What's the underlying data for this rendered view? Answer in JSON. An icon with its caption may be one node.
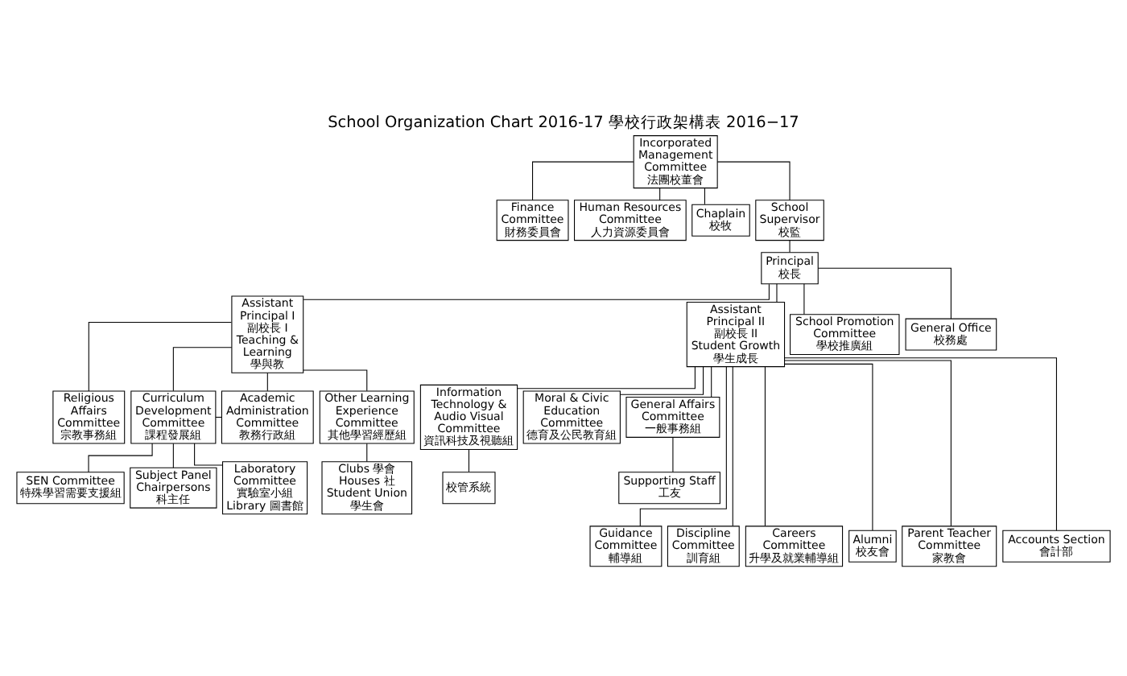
{
  "diagram": {
    "title": "School Organization Chart 2016-17 學校行政架構表 2016−17",
    "nodes": [
      {
        "text": [
          "Incorporated Management Committee",
          "法團校董會"
        ]
      },
      {
        "text": [
          "Finance Committee",
          "財務委員會"
        ]
      },
      {
        "text": [
          "Human Resources Committee",
          "人力資源委員會"
        ]
      },
      {
        "text": [
          "Chaplain",
          "校牧"
        ]
      },
      {
        "text": [
          "School Supervisor",
          "校監"
        ]
      },
      {
        "text": [
          "Principal",
          "校長"
        ]
      },
      {
        "text": [
          "Assistant Principal I",
          "副校長 I",
          "Teaching & Learning",
          "學與教"
        ]
      },
      {
        "text": [
          "Assistant Principal II",
          "副校長 II",
          "Student Growth",
          "學生成長"
        ]
      },
      {
        "text": [
          "Religious Affairs Committee",
          "宗教事務組"
        ]
      },
      {
        "text": [
          "Curriculum Development Committee",
          "課程發展組"
        ]
      },
      {
        "text": [
          "Academic Administration Committee",
          "教務行政組"
        ]
      },
      {
        "text": [
          "Other Learning Experience Committee",
          "其他學習經歷組"
        ]
      },
      {
        "text": [
          "School Promotion Committee",
          "學校推廣組"
        ]
      },
      {
        "text": [
          "General Office",
          "校務處"
        ]
      },
      {
        "text": [
          "Information Technology & Audio Visual Committee",
          "資訊科技及視聽組"
        ]
      },
      {
        "text": [
          "Moral & Civic Education Committee",
          "德育及公民教育組"
        ]
      },
      {
        "text": [
          "General Affairs Committee",
          "一般事務組"
        ]
      },
      {
        "text": [
          "Guidance Committee",
          "輔導組"
        ]
      },
      {
        "text": [
          "Discipline Committee",
          "訓育組"
        ]
      },
      {
        "text": [
          "Careers Committee",
          "升學及就業輔導組"
        ]
      },
      {
        "text": [
          "Alumni",
          "校友會"
        ]
      },
      {
        "text": [
          "Parent Teacher Committee",
          "家教會"
        ]
      },
      {
        "text": [
          "Accounts Section",
          "會計部"
        ]
      },
      {
        "text": [
          "SEN Committee",
          "特殊學習需要支援組"
        ]
      },
      {
        "text": [
          "Subject Panel Chairpersons",
          "科主任"
        ]
      },
      {
        "text": [
          "Laboratory Committee",
          "實驗室小組",
          "Library 圖書館"
        ]
      },
      {
        "text": [
          "Clubs 學會",
          "Houses 社",
          "Student Union 學生會"
        ]
      },
      {
        "text": [
          "校管系統"
        ]
      },
      {
        "text": [
          "Supporting Staff",
          "工友"
        ]
      }
    ],
    "edges": [
      {
        "from": 0,
        "to": 1,
        "arrow": "none"
      },
      {
        "from": 0,
        "to": 2,
        "arrow": "none"
      },
      {
        "from": 0,
        "to": 3,
        "arrow": "none"
      },
      {
        "from": 0,
        "to": 4,
        "arrow": "none"
      },
      {
        "from": 4,
        "to": 5,
        "arrow": "none"
      },
      {
        "from": 5,
        "to": 6,
        "arrow": "none"
      },
      {
        "from": 5,
        "to": 7,
        "arrow": "none"
      },
      {
        "from": 5,
        "to": 12,
        "arrow": "none"
      },
      {
        "from": 5,
        "to": 13,
        "arrow": "none"
      },
      {
        "from": 6,
        "to": 8,
        "arrow": "none"
      },
      {
        "from": 6,
        "to": 9,
        "arrow": "none"
      },
      {
        "from": 6,
        "to": 10,
        "arrow": "none"
      },
      {
        "from": 6,
        "to": 11,
        "arrow": "none"
      },
      {
        "from": 7,
        "to": 14,
        "arrow": "none"
      },
      {
        "from": 7,
        "to": 15,
        "arrow": "none"
      },
      {
        "from": 7,
        "to": 16,
        "arrow": "none"
      },
      {
        "from": 7,
        "to": 17,
        "arrow": "none"
      },
      {
        "from": 7,
        "to": 18,
        "arrow": "none"
      },
      {
        "from": 7,
        "to": 19,
        "arrow": "none"
      },
      {
        "from": 7,
        "to": 20,
        "arrow": "none"
      },
      {
        "from": 7,
        "to": 21,
        "arrow": "none"
      },
      {
        "from": 7,
        "to": 22,
        "arrow": "none"
      },
      {
        "from": 9,
        "to": 10,
        "arrow": "none"
      },
      {
        "from": 9,
        "to": 23,
        "arrow": "none"
      },
      {
        "from": 9,
        "to": 24,
        "arrow": "none"
      },
      {
        "from": 9,
        "to": 25,
        "arrow": "none"
      },
      {
        "from": 11,
        "to": 26,
        "arrow": "none"
      },
      {
        "from": 14,
        "to": 27,
        "arrow": "none"
      },
      {
        "from": 16,
        "to": 28,
        "arrow": "none"
      }
    ]
  }
}
